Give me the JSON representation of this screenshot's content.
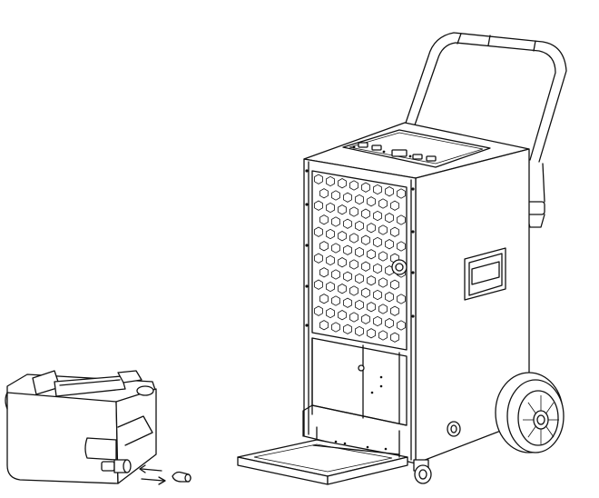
{
  "figure": {
    "parts": [
      "dehumidifier-unit",
      "handle",
      "front-grille",
      "control-panel",
      "side-carry-handle",
      "wheel",
      "caster",
      "bucket-drawer",
      "water-tank",
      "drain-hose-connector"
    ],
    "arrows": [
      "left-arrow",
      "right-arrow"
    ]
  }
}
